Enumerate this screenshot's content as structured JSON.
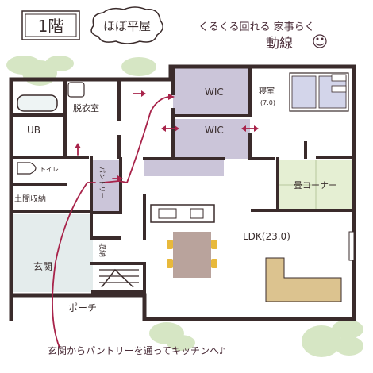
{
  "header": {
    "floor_label": "1階",
    "badge": "ほぼ平屋",
    "tagline_line1": "くるくる回れる 家事らく",
    "tagline_line2": "動線"
  },
  "rooms": {
    "wic_top": "WIC",
    "wic_mid": "WIC",
    "bedroom": "寝室",
    "bedroom_size": "(7.0)",
    "dressing": "脱衣室",
    "ub": "UB",
    "toilet": "トイレ",
    "pantry": "パントリー",
    "earth_storage": "土間収納",
    "tatami_corner": "畳コーナー",
    "ldk": "LDK(23.0)",
    "storage": "収納",
    "entrance": "玄関",
    "porch": "ポーチ"
  },
  "caption": "玄関からパントリーを通ってキッチンへ♪",
  "colors": {
    "wall": "#3a2b2b",
    "wic_fill": "#cbc5d9",
    "tatami_fill": "#e5efd3",
    "entrance_fill": "#e4ecec",
    "sofa": "#dcc38f",
    "table": "#b9a39c",
    "chair": "#e8b93b",
    "greenery": "#d6e6c4",
    "arrow": "#a8234a",
    "ink": "#4a2c38"
  }
}
